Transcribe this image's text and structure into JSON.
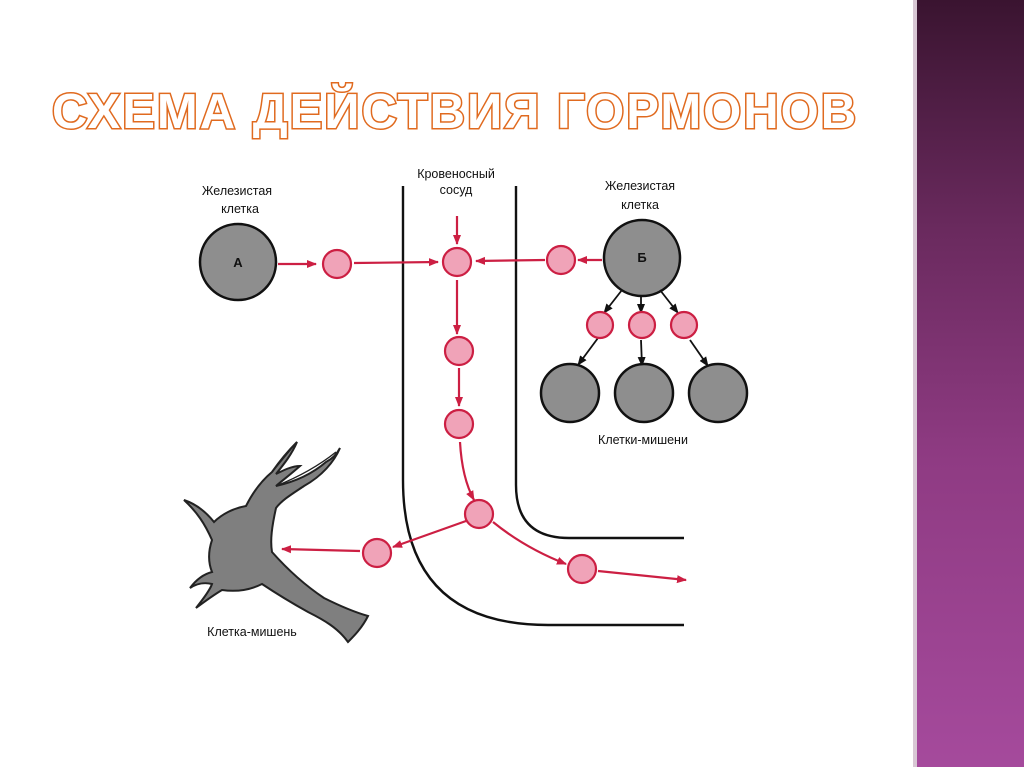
{
  "slide": {
    "title": "СХЕМА ДЕЙСТВИЯ ГОРМОНОВ"
  },
  "diagram": {
    "vessel_label_line1": "Кровеносный",
    "vessel_label_line2": "сосуд",
    "gland_a": {
      "label_line1": "Железистая",
      "label_line2": "клетка",
      "letter": "А"
    },
    "gland_b": {
      "label_line1": "Железистая",
      "label_line2": "клетка",
      "letter": "Б"
    },
    "target_cells_label": "Клетки-мишени",
    "target_cell_label": "Клетка-мишень"
  },
  "colors": {
    "title_outline": "#e06a1f",
    "hormone_fill": "#f0a3b8",
    "hormone_stroke": "#cc1f43",
    "arrow_red": "#cc1f43",
    "cell_fill": "#8e8e8e",
    "target_fill": "#7f7f7f"
  }
}
